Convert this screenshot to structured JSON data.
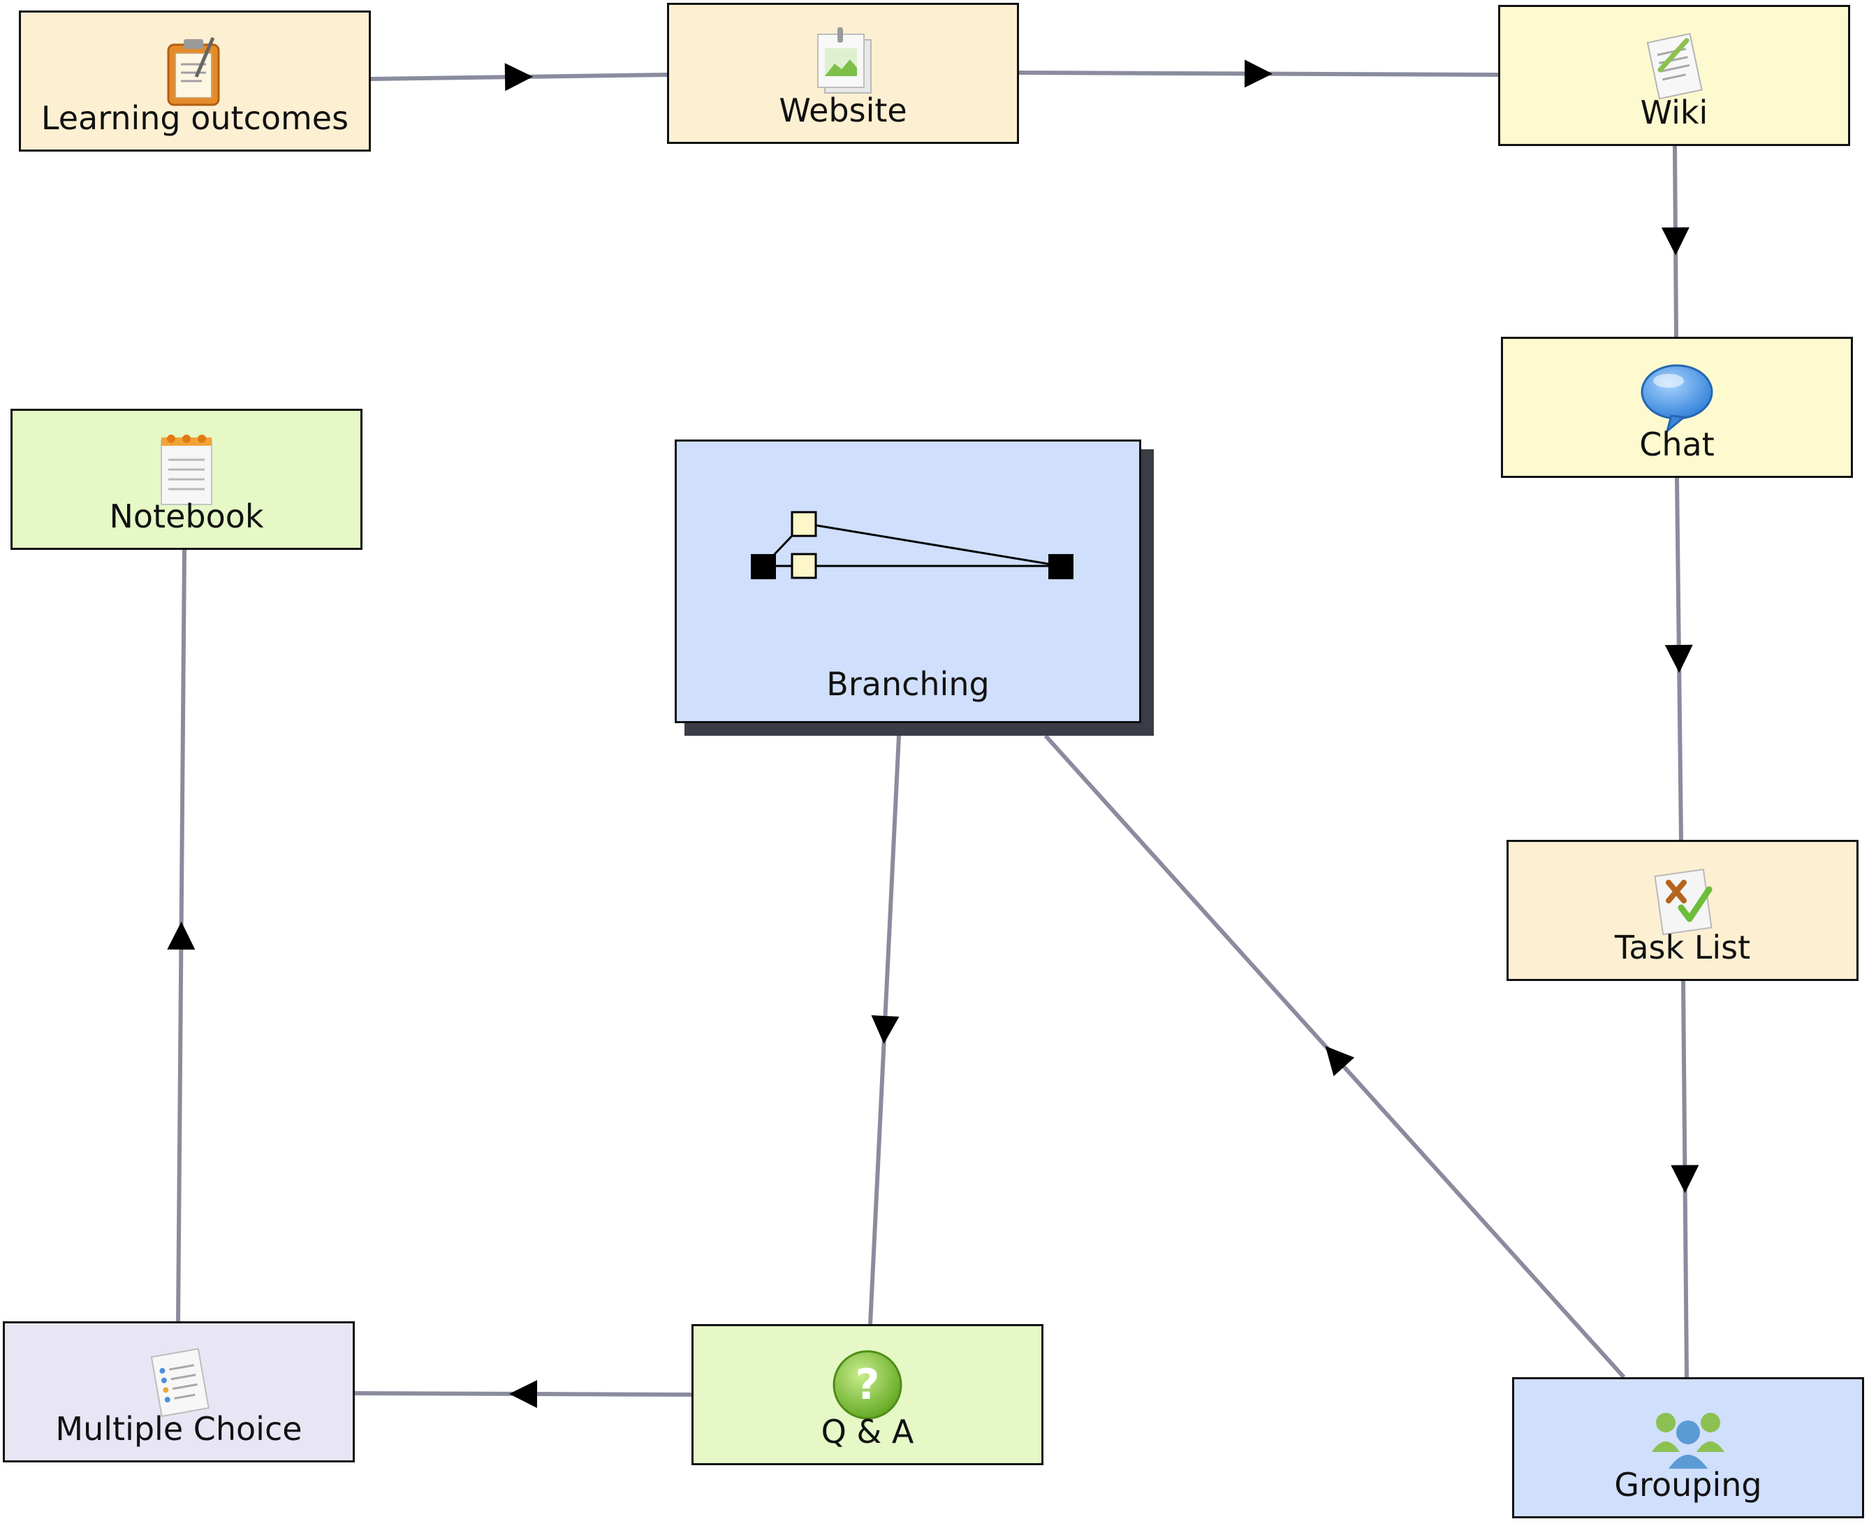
{
  "nodes": {
    "learning_outcomes": {
      "label": "Learning outcomes",
      "color": "#fdf0d2",
      "icon": "clipboard-icon"
    },
    "website": {
      "label": "Website",
      "color": "#fdf0d2",
      "icon": "image-page-icon"
    },
    "wiki": {
      "label": "Wiki",
      "color": "#fdfad0",
      "icon": "document-pencil-icon"
    },
    "chat": {
      "label": "Chat",
      "color": "#fdfad0",
      "icon": "speech-bubble-icon"
    },
    "task_list": {
      "label": "Task List",
      "color": "#fdf0d2",
      "icon": "checklist-icon"
    },
    "grouping": {
      "label": "Grouping",
      "color": "#d0dffb",
      "icon": "people-group-icon"
    },
    "branching": {
      "label": "Branching",
      "color": "#d0dffb",
      "icon": "branching-icon"
    },
    "notebook": {
      "label": "Notebook",
      "color": "#e6f8c6",
      "icon": "notepad-icon"
    },
    "qa": {
      "label": "Q & A",
      "color": "#e6f8c6",
      "icon": "question-icon"
    },
    "multiple_choice": {
      "label": "Multiple Choice",
      "color": "#e8e6f4",
      "icon": "list-page-icon"
    }
  },
  "edges": [
    {
      "from": "learning_outcomes",
      "to": "website"
    },
    {
      "from": "website",
      "to": "wiki"
    },
    {
      "from": "wiki",
      "to": "chat"
    },
    {
      "from": "chat",
      "to": "task_list"
    },
    {
      "from": "task_list",
      "to": "grouping"
    },
    {
      "from": "grouping",
      "to": "branching"
    },
    {
      "from": "branching",
      "to": "qa"
    },
    {
      "from": "qa",
      "to": "multiple_choice"
    },
    {
      "from": "multiple_choice",
      "to": "notebook"
    }
  ],
  "colors": {
    "connector": "#8a8c9e",
    "arrowhead": "#000000",
    "border": "#111111"
  }
}
